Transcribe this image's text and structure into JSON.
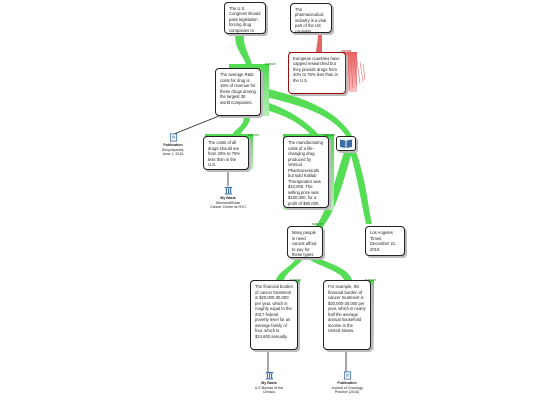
{
  "nodes": {
    "root": "The U.S. Congress should pass legislation forcing drug companies to significantly lower the prices on life-changing medications.",
    "objection": "The pharmaceutical industry is a vital part of the US capitalist economy.",
    "objection_support": "European countries have capped researched but they provide drugs from 20% to 75% less than in the U.S.",
    "reason_avg": "The average R&D costs for drug is 16% of revenue for these drugs among the largest 30 world companies.",
    "reason_costs": "The costs of all drugs should are from 25% to 75% less than in the U.S.",
    "reason_manufacturing": "The manufacturing costs of a life-changing drug produced by Vertical Pharmaceuticals but sold Kalilab Therapeutics was $10,000. The selling price was $100,000, for a profit of $90,000.",
    "reason_many": "Many people in need cannot afford to pay for these types of medications.",
    "source_la": "Los Angeles Times, December 21, 2016",
    "reason_fin1": "The financial burden of cancer treatment is $20,000-30,000 per year, which is roughly equal to the 2017 federal poverty level for an average family of four, which is $24,600 annually.",
    "reason_fin2": "For example, the financial burden of cancer treatment is $20,000-30,000 per year, which is nearly half the average annual household income in the United States."
  },
  "tags": {
    "support": "support",
    "oppose": "oppose"
  },
  "sources": {
    "pub1_kind": "Publication",
    "pub1_text": "Encyclopedia, June 1, 2016",
    "web1_kind": "My Basis",
    "web1_text": "MemorialSloan Cancer Center at NYC",
    "web2_kind": "My Basis",
    "web2_text": "U.S Bureau of the Census",
    "pub2_kind": "Publication",
    "pub2_text": "Journal of Oncology Practice (2016)"
  },
  "colors": {
    "support": "#55dd55",
    "oppose": "#ee7777",
    "border": "#222222",
    "book_icon": "#3a6ea5"
  }
}
